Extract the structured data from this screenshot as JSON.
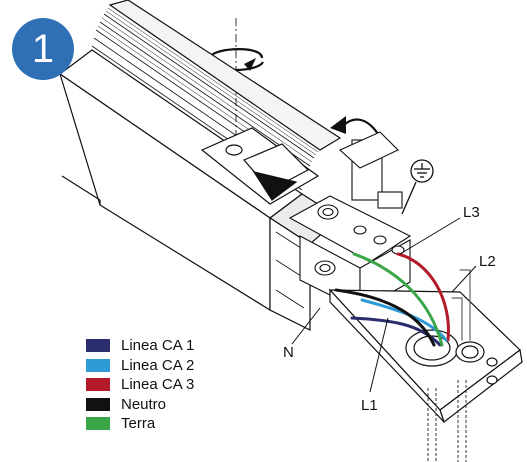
{
  "step": {
    "number": "1",
    "color": "#2e6fb5"
  },
  "callouts": {
    "l3": "L3",
    "l2": "L2",
    "l1": "L1",
    "n": "N"
  },
  "ground_symbol": "ground-icon",
  "legend": [
    {
      "label": "Linea CA 1",
      "color": "#2b2d6e"
    },
    {
      "label": "Linea CA 2",
      "color": "#2f9bd6"
    },
    {
      "label": "Linea CA 3",
      "color": "#b31b2b"
    },
    {
      "label": "Neutro",
      "color": "#111111"
    },
    {
      "label": "Terra",
      "color": "#3aa648"
    }
  ]
}
